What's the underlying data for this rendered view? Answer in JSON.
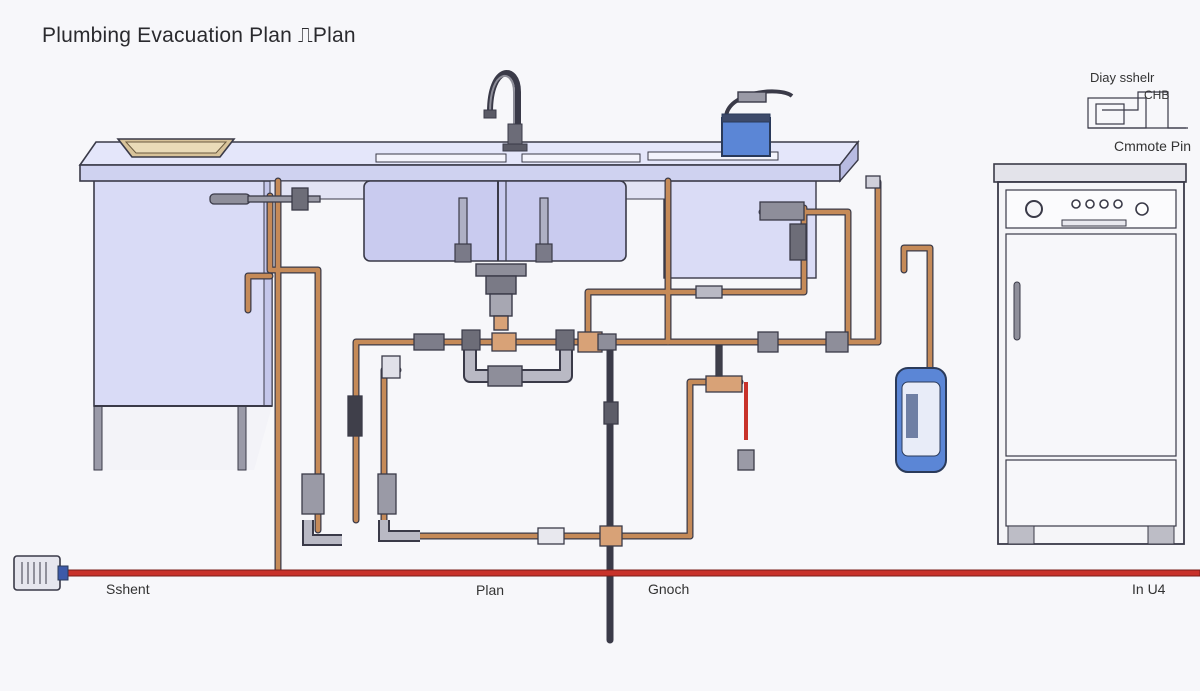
{
  "diagram": {
    "title": "Plumbing Evacuation Plan ⎍Plan",
    "legend": {
      "line1": "Diay sshelr",
      "line2": "CHB",
      "line3": "Cmmote Pin"
    },
    "floor_labels": {
      "left": "Sshent",
      "center": "Plan",
      "right_center": "Gnoch",
      "right": "In U4"
    },
    "colors": {
      "cabinet": "#d9dbf6",
      "countertop": "#e4e6fa",
      "outline": "#3a3a48",
      "copper": "#b97a4a",
      "copper_light": "#d8a277",
      "drain_red": "#c8322a",
      "steel": "#8f8f9c",
      "filter_blue": "#5b86d6",
      "appliance": "#f5f5f8"
    }
  }
}
